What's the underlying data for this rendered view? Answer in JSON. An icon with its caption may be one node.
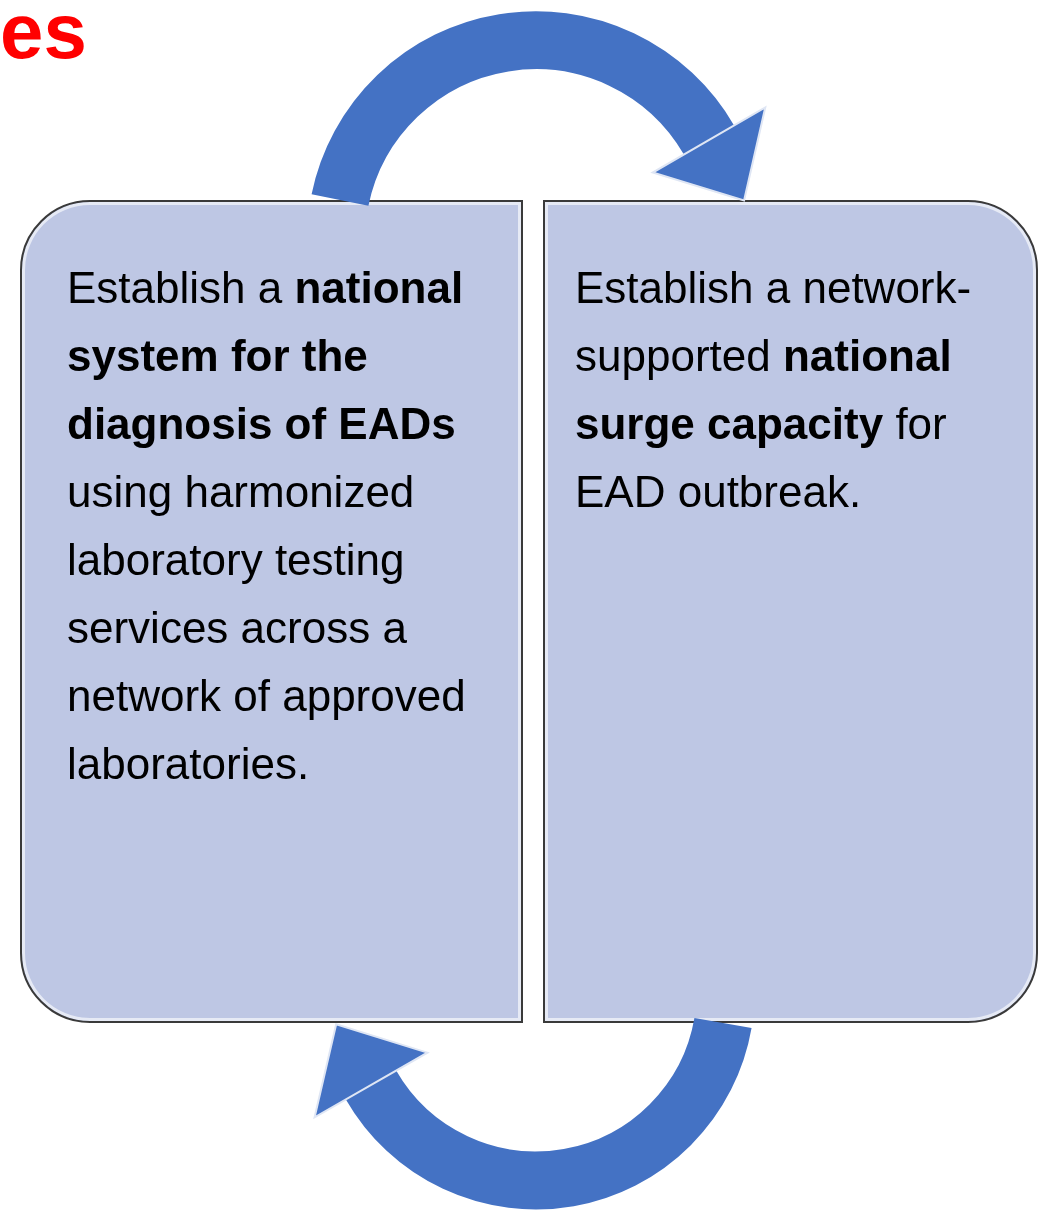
{
  "diagram": {
    "title": "es",
    "nodes": [
      {
        "text": [
          "Establish a **national system for the diagnosis of EADs** using harmonized laboratory testing services across a network of approved laboratories."
        ]
      },
      {
        "text": [
          "Establish a network-supported **national surge capacity** for EAD outbreak."
        ]
      }
    ],
    "edges": [
      {
        "from": 0,
        "to": 1,
        "arrow": "to"
      },
      {
        "from": 1,
        "to": 0,
        "arrow": "to"
      }
    ]
  }
}
